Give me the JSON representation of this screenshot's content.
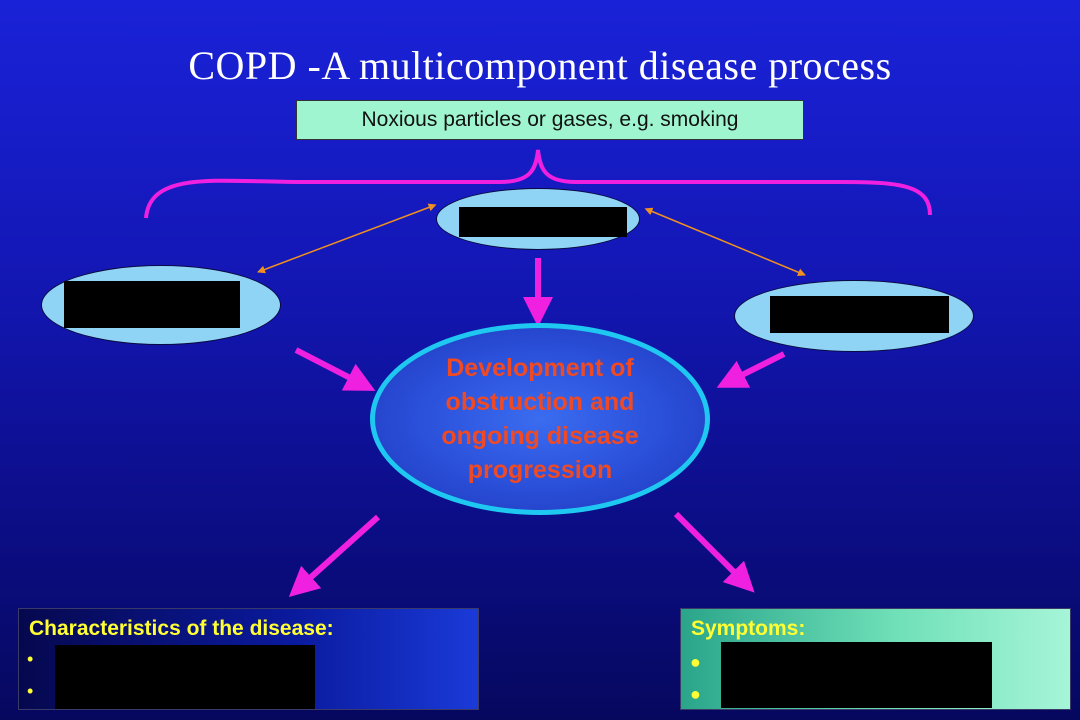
{
  "title": "COPD -A multicomponent disease process",
  "cause": "Noxious particles or gases, e.g. smoking",
  "center": {
    "lines": [
      "Development of",
      "obstruction and",
      "ongoing disease",
      "progression"
    ]
  },
  "left_box": {
    "heading": "Characteristics of the disease:",
    "bullets": [
      "•",
      "•"
    ]
  },
  "right_box": {
    "heading": "Symptoms:",
    "bullets": [
      "●",
      "●"
    ]
  },
  "colors": {
    "arrow_magenta": "#f020e0",
    "arrow_orange": "#f09020",
    "center_text": "#f04a24",
    "heading_yellow": "#ffff33"
  }
}
